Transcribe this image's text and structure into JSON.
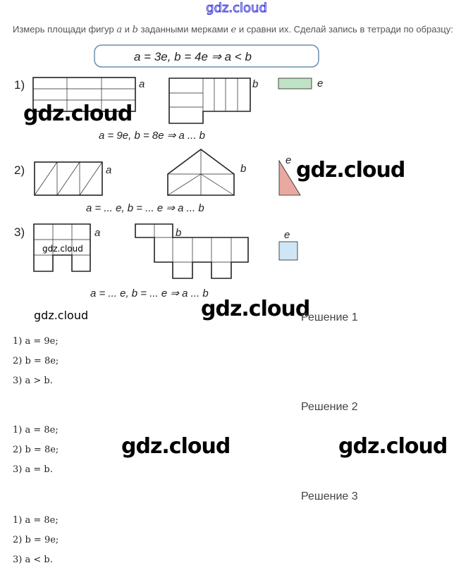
{
  "header": {
    "logo": "gdz.cloud"
  },
  "task": {
    "text_before": "Измерь площади фигур ",
    "var_a": "a",
    "and": " и ",
    "var_b": "b",
    "text_middle": " заданными мерками ",
    "var_e": "e",
    "text_after": " и сравни их. Сделай запись в тетради по образцу:"
  },
  "illustration": {
    "example": "a = 3e,   b = 4e  ⇒  a < b",
    "rows": [
      {
        "number": "1)",
        "label_a": "a",
        "label_b": "b",
        "label_e": "e",
        "formula": "a = 9e,  b = 8e  ⇒  a ... b",
        "measure_color": "#bfe3c4"
      },
      {
        "number": "2)",
        "label_a": "a",
        "label_b": "b",
        "label_e": "e",
        "formula": "a = ... e,    b = ... e  ⇒  a ... b",
        "measure_color": "#e9a9a0"
      },
      {
        "number": "3)",
        "label_a": "a",
        "label_b": "b",
        "label_e": "e",
        "formula": "a = ... e,  b = ... e  ⇒  a ... b",
        "measure_color": "#cfe6f7"
      }
    ]
  },
  "watermarks": [
    "gdz.cloud",
    "gdz.cloud",
    "gdz.cloud",
    "gdz.cloud",
    "gdz.cloud",
    "gdz.cloud",
    "gdz.cloud"
  ],
  "solutions": [
    {
      "title": "Решение 1",
      "lines": [
        "1) a = 9e;",
        "2) b = 8e;",
        "3) a > b."
      ]
    },
    {
      "title": "Решение 2",
      "lines": [
        "1) a = 8e;",
        "2) b = 8e;",
        "3) a = b."
      ]
    },
    {
      "title": "Решение 3",
      "lines": [
        "1) a = 8e;",
        "2) b = 9e;",
        "3) a < b."
      ]
    }
  ]
}
